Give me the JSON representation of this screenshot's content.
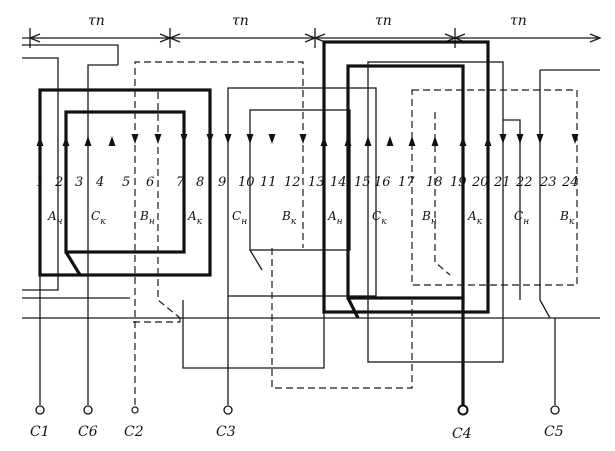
{
  "pole_pitch_labels": [
    "τп",
    "τп",
    "τп",
    "τп"
  ],
  "slot_numbers": [
    "1",
    "2",
    "3",
    "4",
    "5",
    "6",
    "7",
    "8",
    "9",
    "10",
    "11",
    "12",
    "13",
    "14",
    "15",
    "16",
    "17",
    "18",
    "19",
    "20",
    "21",
    "22",
    "23",
    "24"
  ],
  "coil_side_labels": [
    {
      "letter": "A",
      "sub": "н"
    },
    {
      "letter": "C",
      "sub": "к"
    },
    {
      "letter": "B",
      "sub": "н"
    },
    {
      "letter": "A",
      "sub": "к"
    },
    {
      "letter": "C",
      "sub": "н"
    },
    {
      "letter": "B",
      "sub": "к"
    },
    {
      "letter": "A",
      "sub": "н"
    },
    {
      "letter": "C",
      "sub": "к"
    },
    {
      "letter": "B",
      "sub": "н"
    },
    {
      "letter": "A",
      "sub": "к"
    },
    {
      "letter": "C",
      "sub": "н"
    },
    {
      "letter": "B",
      "sub": "к"
    }
  ],
  "terminals": [
    "C1",
    "C6",
    "C2",
    "C3",
    "C4",
    "C5"
  ],
  "colors": {
    "ink": "#111111",
    "background": "#ffffff"
  }
}
